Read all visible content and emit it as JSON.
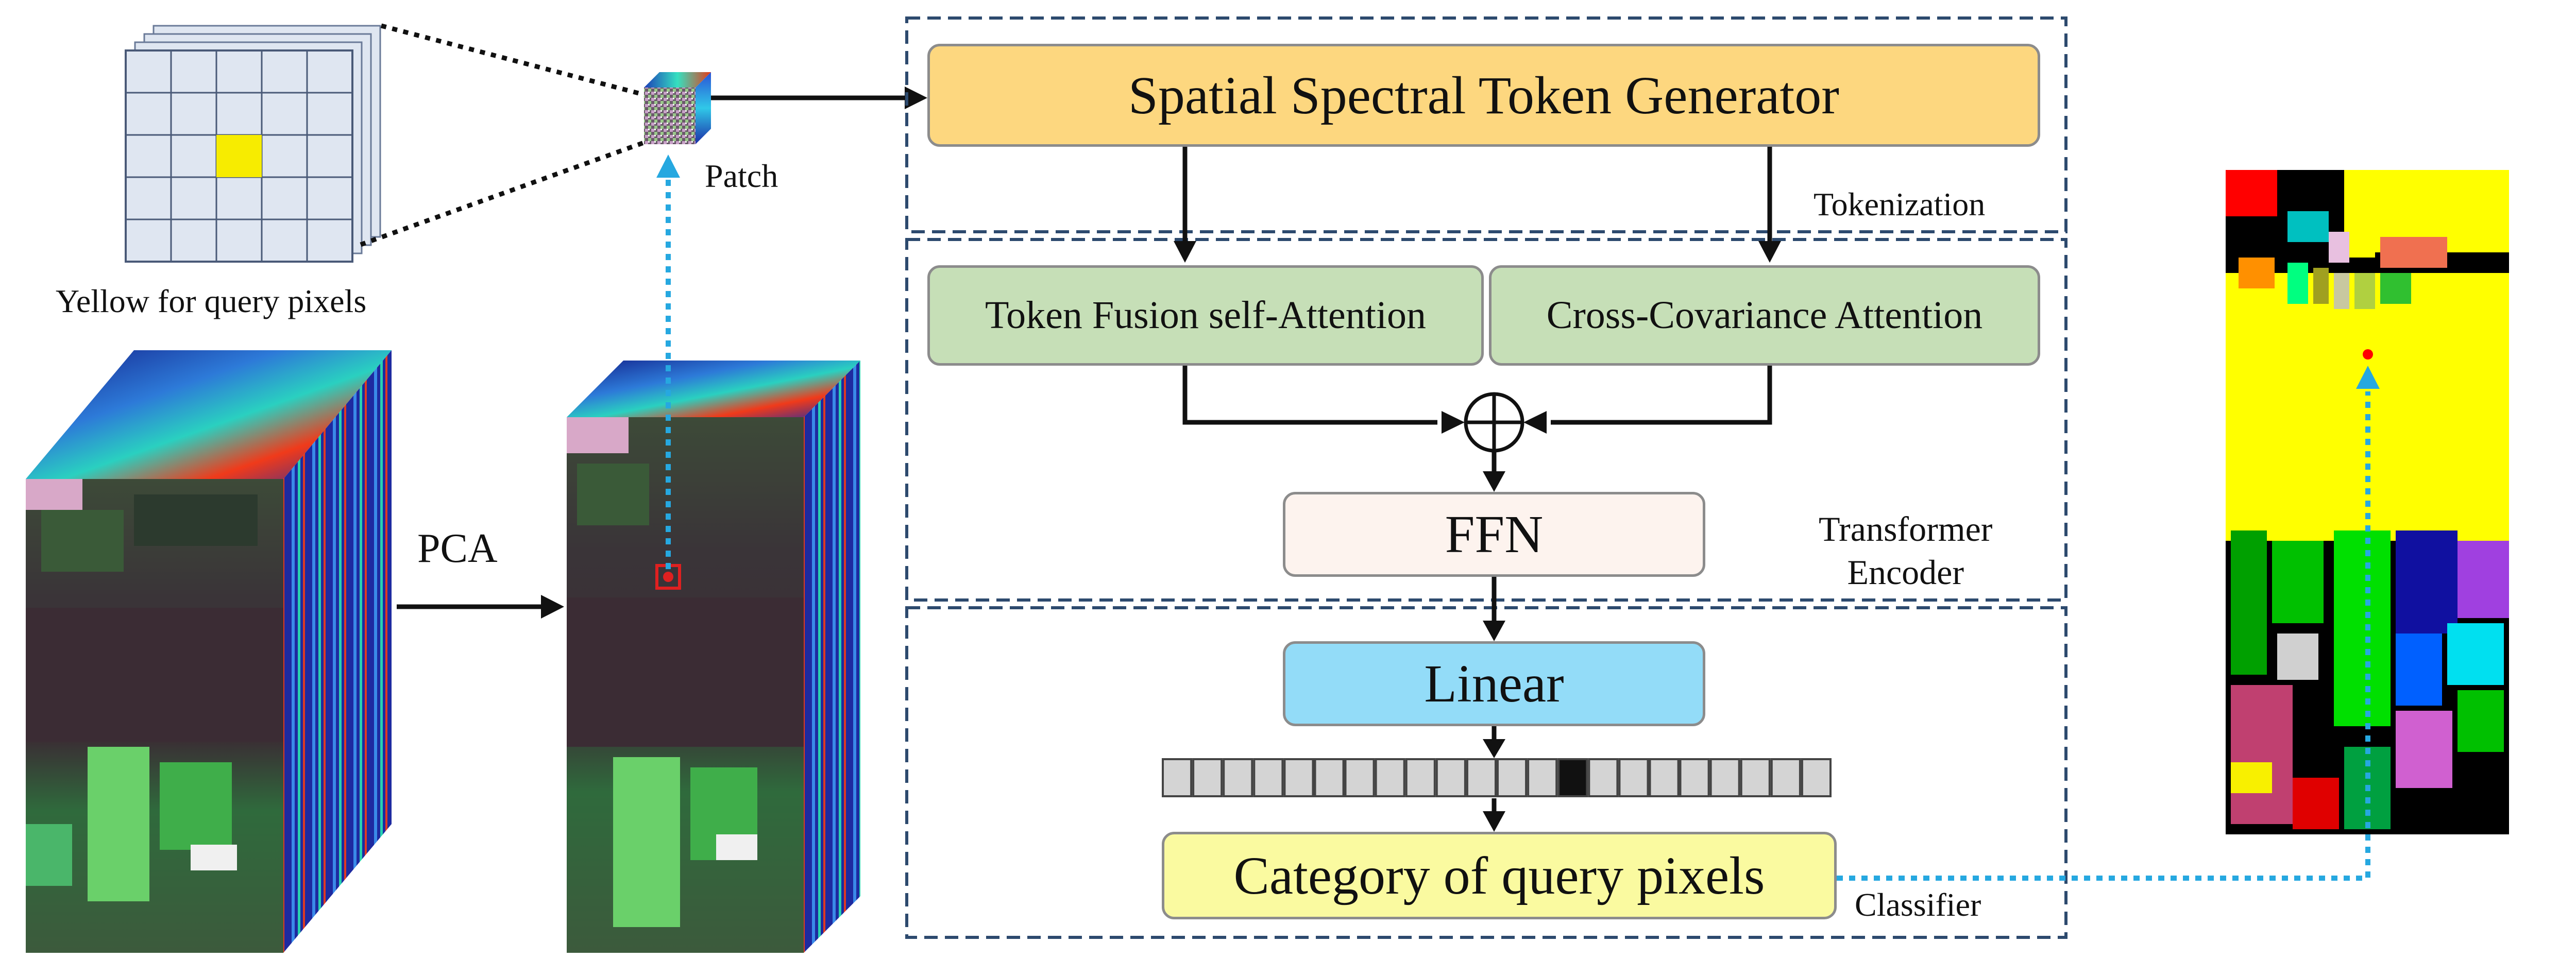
{
  "diagram": {
    "labels": {
      "yellow_caption": "Yellow for query pixels",
      "patch": "Patch",
      "pca": "PCA",
      "tokenization": "Tokenization",
      "transformer_encoder_line1": "Transformer",
      "transformer_encoder_line2": "Encoder",
      "classifier": "Classifier"
    },
    "blocks": {
      "token_generator": "Spatial Spectral Token Generator",
      "token_fusion": "Token Fusion self-Attention",
      "cross_covariance": "Cross-Covariance Attention",
      "ffn": "FFN",
      "linear": "Linear",
      "category": "Category of query pixels"
    },
    "token_vector": {
      "count": 22,
      "highlight_index": 13
    },
    "colors": {
      "token_generator_fill": "#fdd77f",
      "attention_fill": "#c6dfb7",
      "ffn_fill": "#fdf3ee",
      "linear_fill": "#93dcf8",
      "category_fill": "#fafaa0",
      "dashed_frame": "#2d4a6e",
      "dotted_arrow": "#26a8e0",
      "query_pixel": "#f7ec00",
      "grid_fill": "#dfe6f1"
    }
  }
}
